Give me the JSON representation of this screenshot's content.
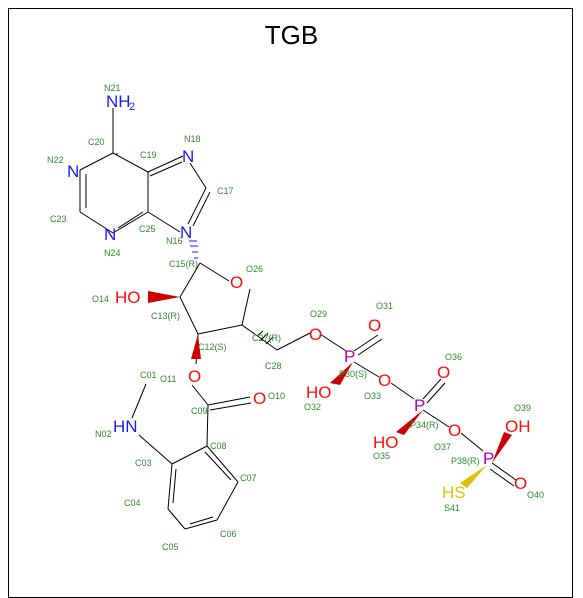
{
  "title": "TGB",
  "colors": {
    "carbon": "#000000",
    "nitrogen": "#1a1aff",
    "oxygen": "#ff0d0d",
    "phosphorus": "#b000b0",
    "sulfur": "#e0c000",
    "label": "#2e8b2e"
  },
  "atoms": {
    "n21": "NH",
    "n22": "N",
    "n18": "N",
    "n16": "N",
    "n24": "N",
    "o26": "O",
    "o14": "HO",
    "o11": "O",
    "o10": "O",
    "o29": "O",
    "o31": "O",
    "o32": "HO",
    "o33": "O",
    "o36": "O",
    "o35": "HO",
    "o37": "O",
    "o39": "OH",
    "o40": "O",
    "n02": "HN",
    "s41": "HS",
    "p30": "P",
    "p34": "P",
    "p38": "P"
  },
  "labels": {
    "N21": "N21",
    "C20": "C20",
    "C19": "C19",
    "N18": "N18",
    "N22": "N22",
    "C17": "C17",
    "C23": "C23",
    "C25": "C25",
    "N16": "N16",
    "N24": "N24",
    "C15": "C15(R)",
    "O26": "O26",
    "O14": "O14",
    "C13": "C13(R)",
    "O29": "O29",
    "O31": "O31",
    "C27": "C27(R)",
    "C12": "C12(S)",
    "C01": "C01",
    "O11": "O11",
    "C28": "C28",
    "P30": "P30(S)",
    "O36": "O36",
    "O32": "O32",
    "O33": "O33",
    "O10": "O10",
    "C09": "C09",
    "N02": "N02",
    "C03": "C03",
    "C08": "C08",
    "P34": "P34(R)",
    "O39": "O39",
    "O35": "O35",
    "O37": "O37",
    "P38": "P38(R)",
    "C07": "C07",
    "C04": "C04",
    "O40": "O40",
    "S41": "S41",
    "C06": "C06",
    "C05": "C05"
  }
}
